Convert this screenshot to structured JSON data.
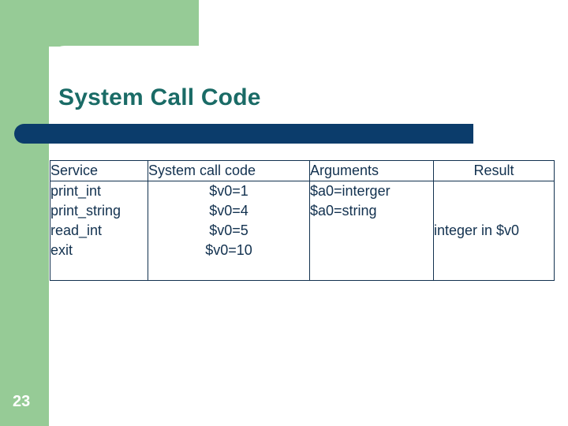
{
  "slide": {
    "title": "System Call Code",
    "page_number": "23",
    "colors": {
      "green": "#96cb96",
      "navy_bar": "#0b3c6b",
      "title_teal": "#1a6b66",
      "table_ink": "#12314f",
      "background": "#ffffff"
    }
  },
  "table": {
    "headers": {
      "service": "Service",
      "system_call_code": "System call code",
      "arguments": "Arguments",
      "result": "Result"
    },
    "rows": [
      {
        "service": "print_int",
        "system_call_code": "$v0=1",
        "arguments": "$a0=interger",
        "result": ""
      },
      {
        "service": "print_string",
        "system_call_code": "$v0=4",
        "arguments": "$a0=string",
        "result": ""
      },
      {
        "service": "read_int",
        "system_call_code": "$v0=5",
        "arguments": "",
        "result": "integer in $v0"
      },
      {
        "service": "exit",
        "system_call_code": "$v0=10",
        "arguments": "",
        "result": ""
      }
    ],
    "column_cells": {
      "service": [
        "print_int",
        "print_string",
        "read_int",
        "exit"
      ],
      "system_call_code": [
        "$v0=1",
        "$v0=4",
        "$v0=5",
        "$v0=10"
      ],
      "arguments": [
        "$a0=interger",
        "$a0=string",
        "",
        ""
      ],
      "result": [
        "",
        "",
        "integer in $v0",
        ""
      ]
    }
  }
}
